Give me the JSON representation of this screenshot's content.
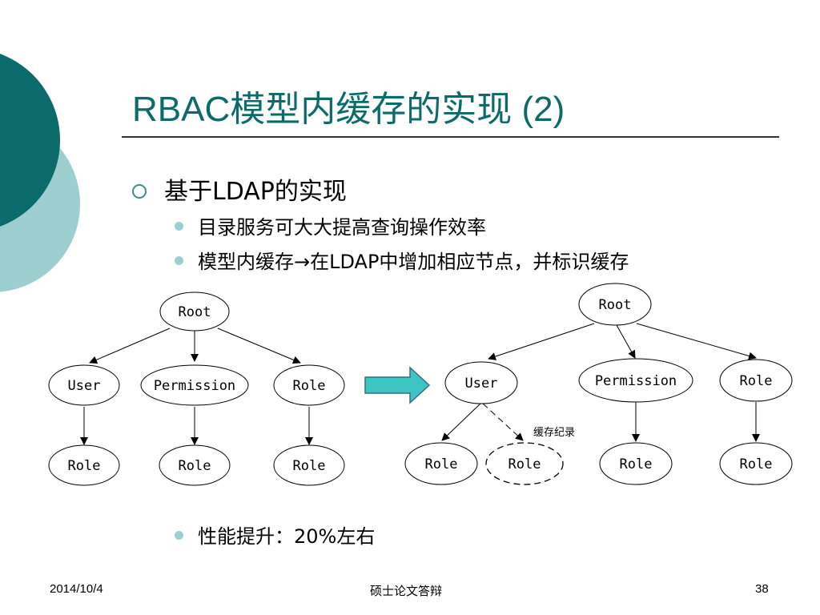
{
  "slide": {
    "title": "RBAC模型内缓存的实现 (2)",
    "bullet_main": "基于LDAP的实现",
    "bullets": [
      "目录服务可大大提高查询操作效率",
      "模型内缓存→在LDAP中增加相应节点，并标识缓存",
      "性能提升：20%左右"
    ]
  },
  "diagram": {
    "left": {
      "root": "Root",
      "children": [
        "User",
        "Permission",
        "Role"
      ],
      "leaves": [
        "Role",
        "Role",
        "Role"
      ]
    },
    "right": {
      "root": "Root",
      "children": [
        "User",
        "Permission",
        "Role"
      ],
      "leaves": [
        "Role",
        "Role",
        "Role",
        "Role"
      ],
      "cache_label": "缓存纪录"
    }
  },
  "footer": {
    "date": "2014/10/4",
    "center": "硕士论文答辩",
    "page": "38"
  },
  "colors": {
    "title": "#0b6b6b",
    "dark_teal": "#0b6b6b",
    "light_teal": "#9ecfd0",
    "arrow_fill": "#3fc4c4"
  }
}
